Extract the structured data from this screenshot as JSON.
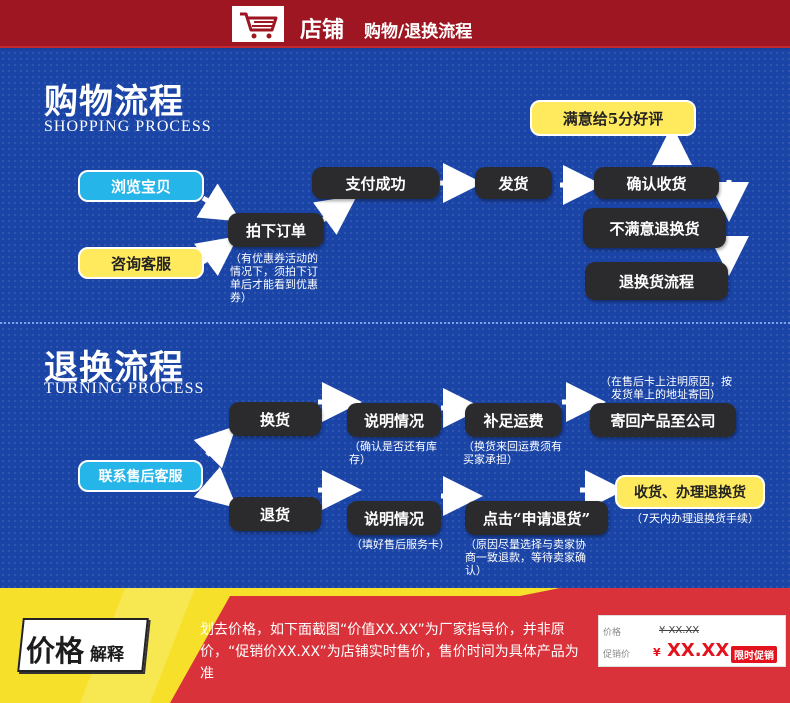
{
  "header": {
    "shop": "店铺",
    "subtitle": "购物/退换流程"
  },
  "shopping": {
    "title": "购物流程",
    "subtitle_en": "SHOPPING PROCESS",
    "browse": "浏览宝贝",
    "consult": "咨询客服",
    "order": "拍下订单",
    "order_note": "（有优惠券活动的情况下，须拍下订单后才能看到优惠券）",
    "paid": "支付成功",
    "ship": "发货",
    "confirm": "确认收货",
    "satisfied": "满意给5分好评",
    "unsatisfied": "不满意退换货",
    "return_flow": "退换货流程"
  },
  "returns": {
    "title": "退换流程",
    "subtitle_en": "TURNING PROCESS",
    "contact": "联系售后客服",
    "exchange": "换货",
    "refund": "退货",
    "explain1": "说明情况",
    "explain1_note": "（确认是否还有库存）",
    "explain2": "说明情况",
    "explain2_note": "（填好售后服务卡）",
    "postage": "补足运费",
    "postage_note": "（换货来回运费须有买家承担）",
    "apply": "点击“申请退货”",
    "apply_note": "（原因尽量选择与卖家协商一致退款，等待卖家确认）",
    "sendback": "寄回产品至公司",
    "sendback_note": "（在售后卡上注明原因，按发货单上的地址寄回）",
    "receive": "收货、办理退换货",
    "receive_note": "（7天内办理退换货手续）"
  },
  "footer": {
    "badge_main": "价格",
    "badge_sub": "解释",
    "text": "划去价格，如下面截图“价值XX.XX”为厂家指导价，并非原价，“促销价XX.XX”为店铺实时售价，售价时间为具体产品为准",
    "tag_label_orig": "价格",
    "tag_orig_value": "¥ XX.XX",
    "tag_label_promo": "促销价",
    "tag_currency": "¥",
    "tag_promo_value": "XX.XX",
    "tag_promo_badge": "限时促销"
  },
  "colors": {
    "header_red": "#9e1621",
    "blue": "#1a44a6",
    "dark_node": "#2b2b2e",
    "cyan": "#26b5e8",
    "yellow": "#ffe95c",
    "footer_red": "#d9323a",
    "footer_yellow": "#f6e02a"
  },
  "icons": {
    "cart": "shopping-cart-icon"
  }
}
